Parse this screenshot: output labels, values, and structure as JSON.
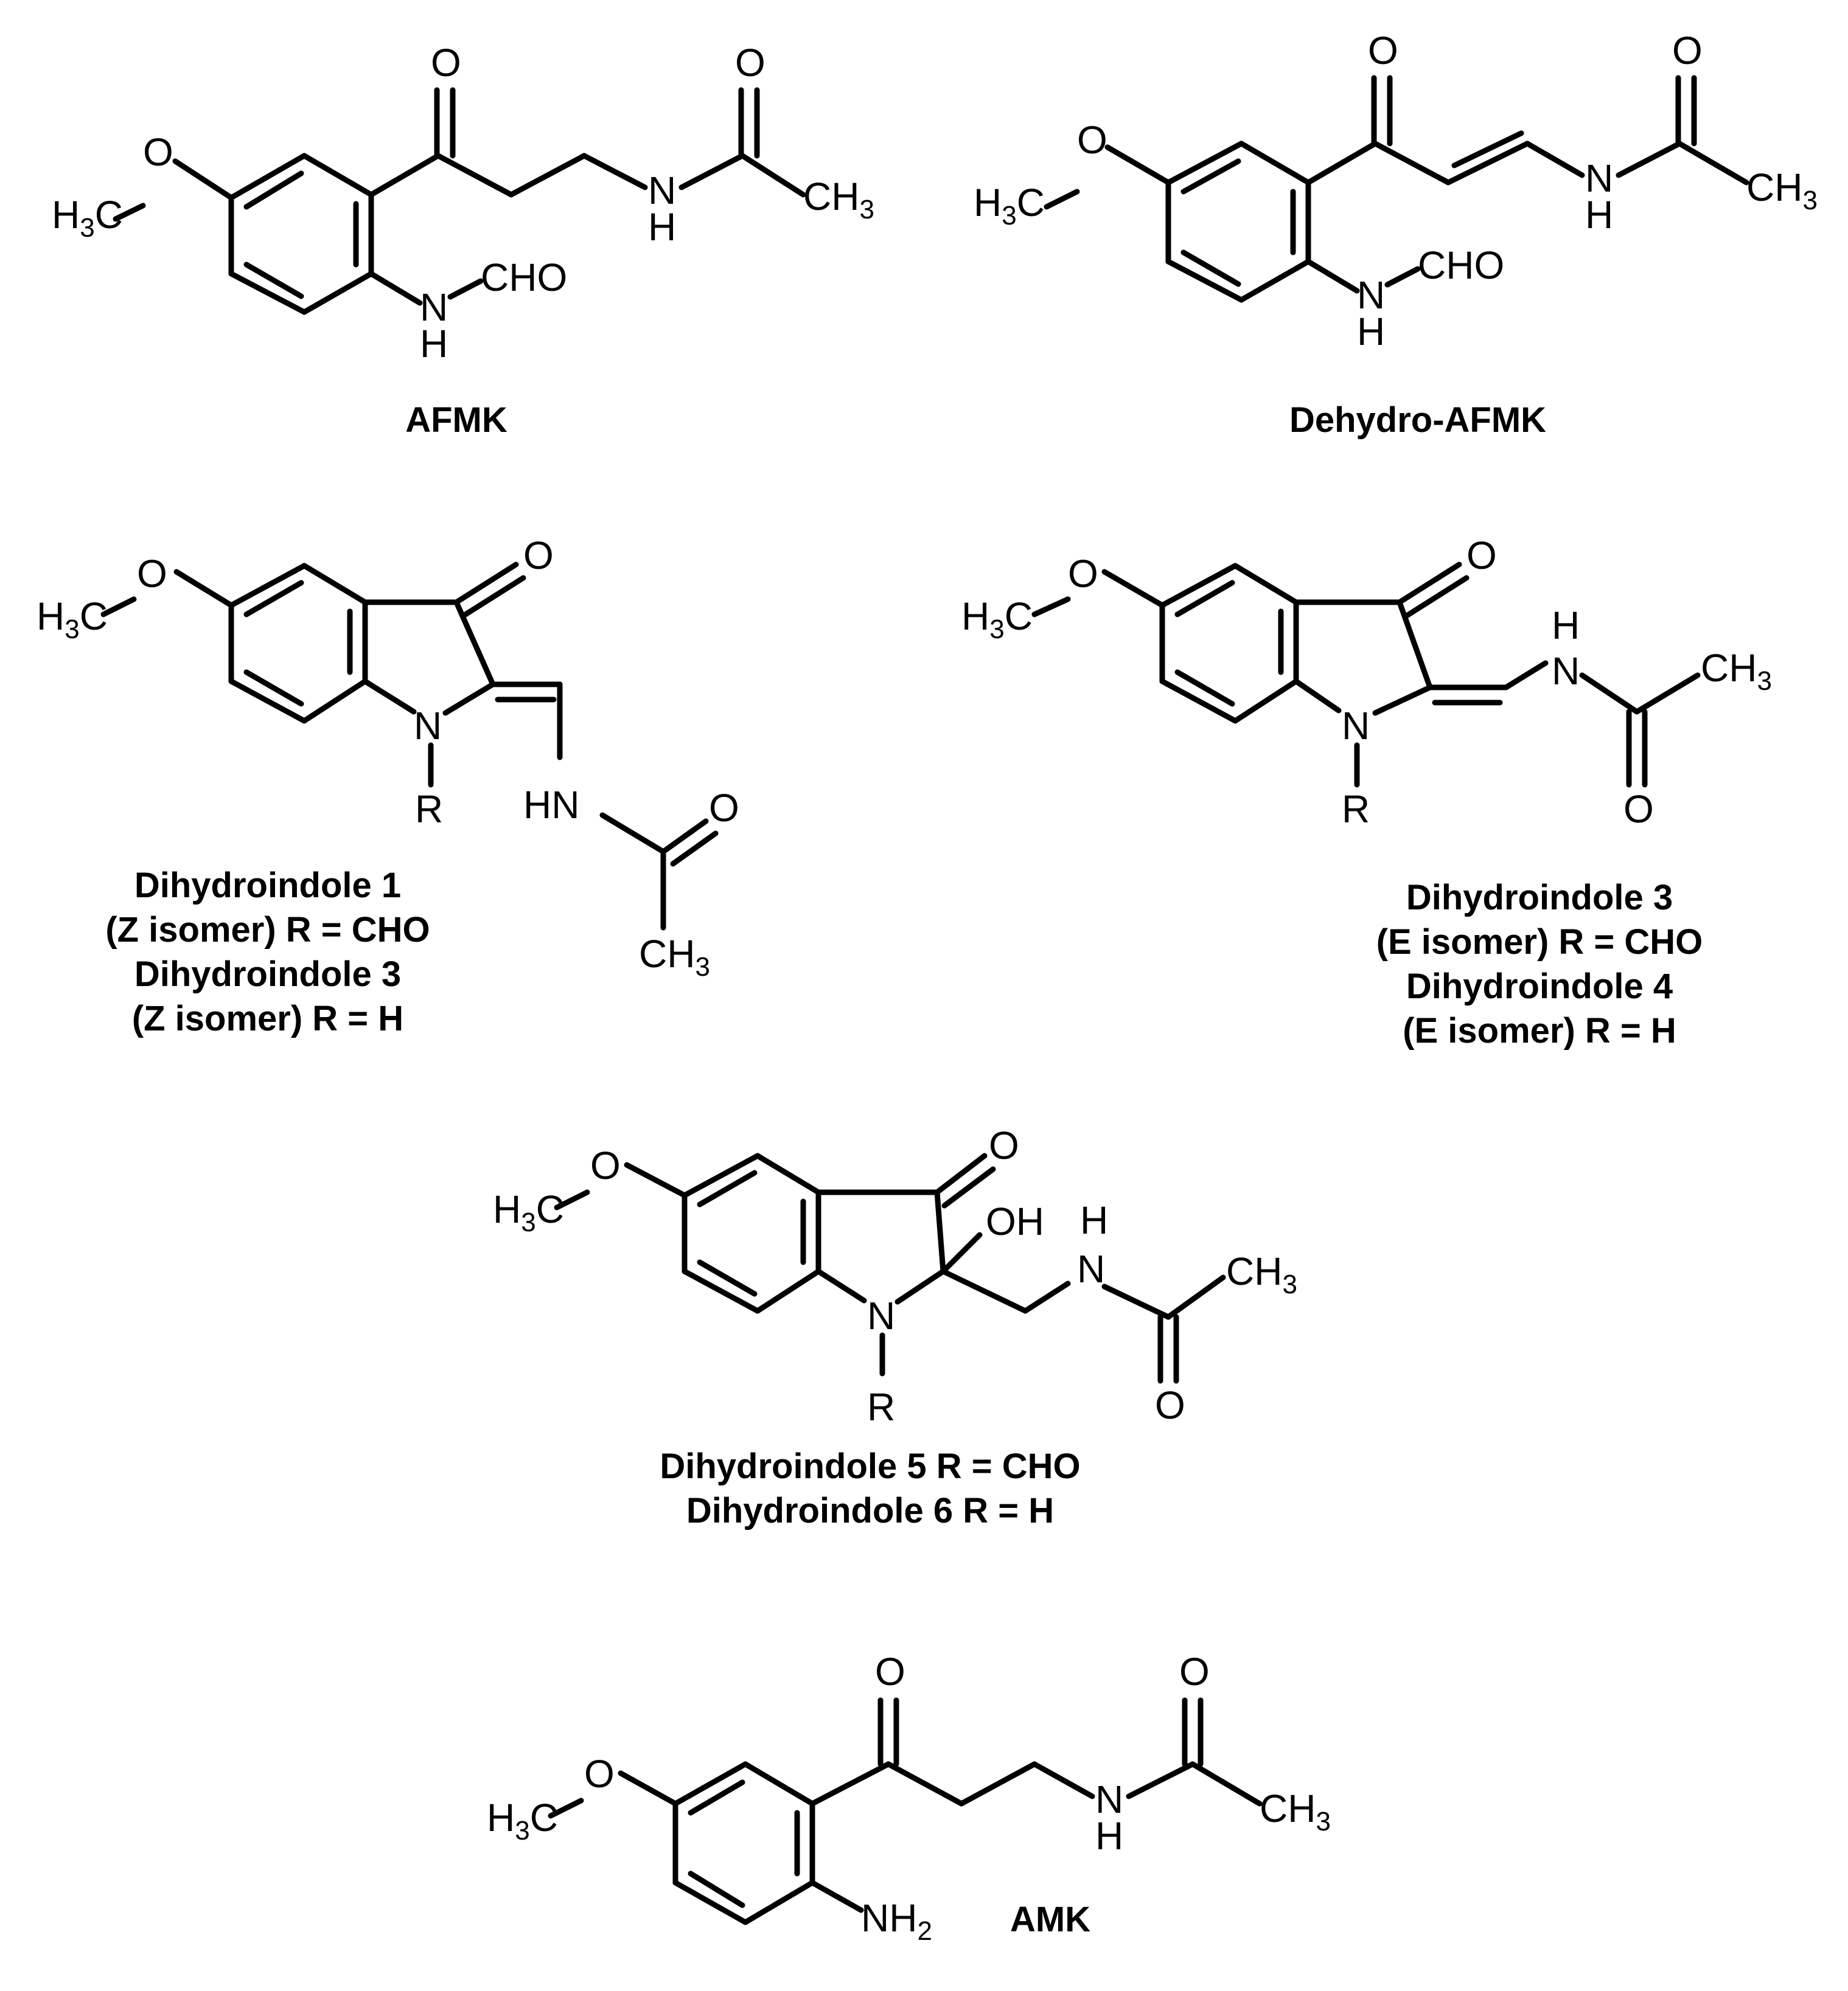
{
  "atoms": {
    "o": "O",
    "n": "N",
    "h": "H",
    "hn": "HN",
    "c": "C",
    "oh": "OH",
    "cho": "CHO",
    "r": "R",
    "ch3": "CH3",
    "h3c": "H3C",
    "nh2": "NH2"
  },
  "captions": {
    "afmk": "AFMK",
    "dehydro": "Dehydro-AFMK",
    "z": [
      "Dihydroindole 1",
      "(Z isomer) R = CHO",
      "Dihydroindole 3",
      "(Z isomer) R = H"
    ],
    "e": [
      "Dihydroindole 3",
      "(E isomer) R = CHO",
      "Dihydroindole 4",
      "(E isomer) R = H"
    ],
    "oh_pair": [
      "Dihydroindole 5  R = CHO",
      "Dihydroindole 6  R = H"
    ],
    "amk": "AMK"
  }
}
